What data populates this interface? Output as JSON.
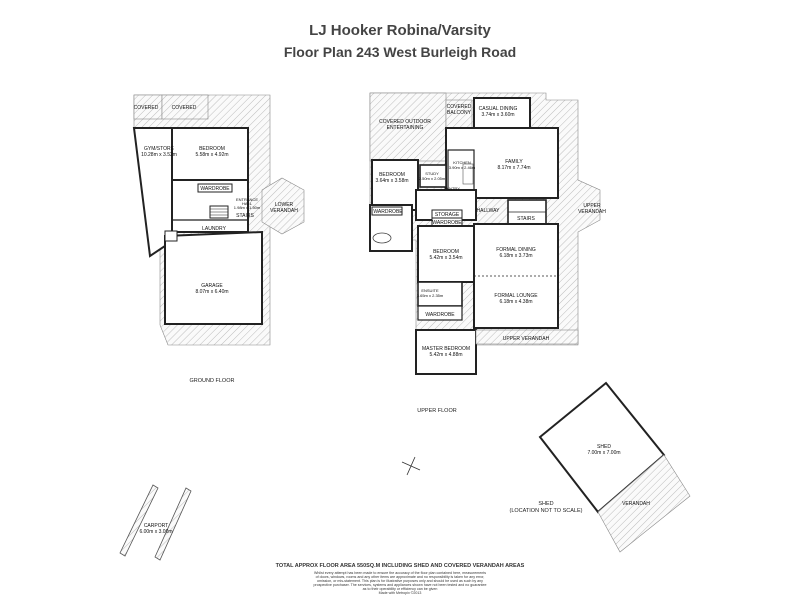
{
  "header": {
    "company": "LJ Hooker Robina/Varsity",
    "subtitle": "Floor Plan 243 West Burleigh Road"
  },
  "ground_floor": {
    "caption": "GROUND FLOOR",
    "rooms": {
      "covered1": "COVERED",
      "covered2": "COVERED",
      "gym_name": "GYM/STORE",
      "gym_dim": "10.28m x 3.52m",
      "bed_name": "BEDROOM",
      "bed_dim": "5.58m x 4.92m",
      "wardrobe": "WARDROBE",
      "entrance_name": "ENTRANCE",
      "entrance_name2": "HALL",
      "entrance_dim": "1.98m x 1.50m",
      "stairs": "STAIRS",
      "laundry": "LAUNDRY",
      "lower_verandah1": "LOWER",
      "lower_verandah2": "VERANDAH",
      "garage_name": "GARAGE",
      "garage_dim": "8.07m x 6.40m"
    }
  },
  "upper_floor": {
    "caption": "UPPER FLOOR",
    "rooms": {
      "cov_out1": "COVERED OUTDOOR",
      "cov_out2": "ENTERTAINING",
      "cov_bal1": "COVERED",
      "cov_bal2": "BALCONY",
      "casual_name": "CASUAL DINING",
      "casual_dim": "3.74m x 3.60m",
      "family_name": "FAMILY",
      "family_dim": "8.17m x 7.74m",
      "kitchen_name": "KITCHEN",
      "kitchen_dim": "3.90m x 2.46m",
      "pantry": "PANTRY",
      "study_name": "STUDY",
      "study_dim": "2.50m x 2.05m",
      "bed2_name": "BEDROOM",
      "bed2_dim": "3.64m x 3.58m",
      "wardrobe1": "WARDROBE",
      "storage": "STORAGE",
      "wardrobe2": "WARDROBE",
      "hallway": "HALLWAY",
      "stairs": "STAIRS",
      "upper_ver1": "UPPER",
      "upper_ver2": "VERANDAH",
      "bed3_name": "BEDROOM",
      "bed3_dim": "5.42m x 3.54m",
      "ensuite_name": "ENSUITE",
      "ensuite_dim": "3.65m x 2.35m",
      "wardrobe3": "WARDROBE",
      "formal_dining_name": "FORMAL DINING",
      "formal_dining_dim": "6.18m x 3.73m",
      "formal_lounge_name": "FORMAL LOUNGE",
      "formal_lounge_dim": "6.18m x 4.38m",
      "upper_verandah": "UPPER VERANDAH",
      "master_name": "MASTER BEDROOM",
      "master_dim": "5.42m x 4.88m"
    }
  },
  "shed": {
    "name": "SHED",
    "dim": "7.00m x 7.00m",
    "verandah": "VERANDAH",
    "caption1": "SHED",
    "caption2": "(LOCATION NOT TO SCALE)"
  },
  "carport": {
    "name": "CARPORT",
    "dim": "6.00m x 3.00m"
  },
  "footer": {
    "total": "TOTAL APPROX FLOOR AREA 550SQ.M INCLUDING SHED AND COVERED VERANDAH AREAS",
    "disclaimer1": "Whilst every attempt has been made to ensure the accuracy of the floor plan contained here, measurements",
    "disclaimer2": "of doors, windows, rooms and any other items are approximate and no responsibility is taken for any error,",
    "disclaimer3": "omission, or mis-statement. This plan is for illustrative purposes only and should be used as such by any",
    "disclaimer4": "prospective purchaser. The services, systems and appliances shown have not been tested and no guarantee",
    "disclaimer5": "as to their operability or efficiency can be given",
    "made_with": "Made with Metropix ©2013"
  },
  "colors": {
    "wall": "#222222",
    "hatch": "#c8c8c8",
    "room_fill": "#ffffff"
  }
}
